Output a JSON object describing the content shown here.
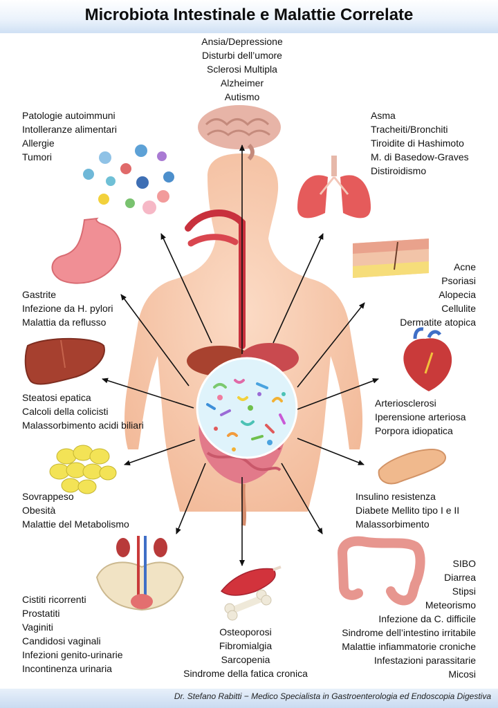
{
  "title": "Microbiota Intestinale e Malattie Correlate",
  "footer": "Dr. Stefano Rabitti − Medico Specialista in Gastroenterologia ed Endoscopia Digestiva",
  "groups": {
    "brain": [
      "Ansia/Depressione",
      "Disturbi dell’umore",
      "Sclerosi Multipla",
      "Alzheimer",
      "Autismo"
    ],
    "immune": [
      "Patologie autoimmuni",
      "Intolleranze alimentari",
      "Allergie",
      "Tumori"
    ],
    "lungs": [
      "Asma",
      "Tracheiti/Bronchiti",
      "Tiroidite di Hashimoto",
      "M. di Basedow-Graves",
      "Distiroidismo"
    ],
    "skin": [
      "Acne",
      "Psoriasi",
      "Alopecia",
      "Cellulite",
      "Dermatite atopica"
    ],
    "stomach": [
      "Gastrite",
      "Infezione da H. pylori",
      "Malattia da reflusso"
    ],
    "liver": [
      "Steatosi epatica",
      "Calcoli della colicisti",
      "Malassorbimento acidi biliari"
    ],
    "heart": [
      "Arteriosclerosi",
      "Iperensione arteriosa",
      "Porpora idiopatica"
    ],
    "fat": [
      "Sovrappeso",
      "Obesità",
      "Malattie del Metabolismo"
    ],
    "pancreas": [
      "Insulino resistenza",
      "Diabete Mellito tipo I e  II",
      "Malassorbimento"
    ],
    "urogenital": [
      "Cistiti ricorrenti",
      "Prostatiti",
      "Vaginiti",
      "Candidosi vaginali",
      "Infezioni genito-urinarie",
      "Incontinenza urinaria"
    ],
    "musculo": [
      "Osteoporosi",
      "Fibromialgia",
      "Sarcopenia",
      "Sindrome della fatica cronica"
    ],
    "intestine": [
      "SIBO",
      "Diarrea",
      "Stipsi",
      "Meteorismo",
      "Infezione da C. difficile",
      "Sindrome dell’intestino irritabile",
      "Malattie infiammatorie croniche",
      "Infestazioni parassitarie",
      "Micosi"
    ]
  },
  "colors": {
    "skin": "#f6c6a6",
    "organ_red": "#d9464f",
    "microbiota_circle": "#dff3fb",
    "arrow": "#111111",
    "title_band": "#cfe0f4"
  }
}
